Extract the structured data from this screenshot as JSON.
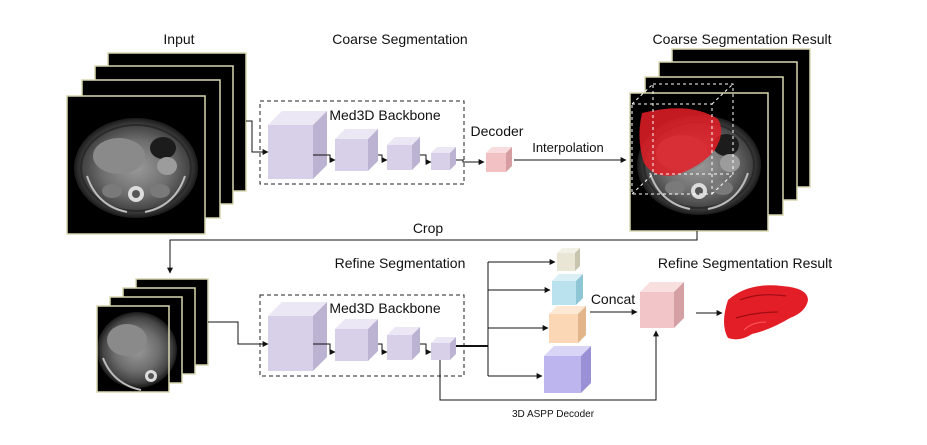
{
  "labels": {
    "input": "Input",
    "coarse_segmentation": "Coarse Segmentation",
    "coarse_segmentation_result": "Coarse Segmentation Result",
    "backbone_top": "Med3D Backbone",
    "decoder": "Decoder",
    "interpolation": "Interpolation",
    "crop": "Crop",
    "refine_segmentation": "Refine Segmentation",
    "refine_segmentation_result": "Refine Segmentation Result",
    "backbone_bottom": "Med3D Backbone",
    "concat": "Concat",
    "aspp_decoder": "3D ASPP Decoder"
  },
  "colors": {
    "backbone_cube": "#d8d0e8",
    "decoder_cube": "#f1c1c4",
    "aspp_cube_1": "#e9e6d6",
    "aspp_cube_2": "#b9e2ee",
    "aspp_cube_3": "#fbd7b5",
    "aspp_cube_4": "#bdb6ee",
    "concat_cube": "#f2c6c8",
    "liver_mask": "#e41e26",
    "slice_border": "#d9d7b0"
  },
  "icons": {
    "ct_stack": "ct-scan-slices",
    "liver_3d": "liver-mesh"
  }
}
